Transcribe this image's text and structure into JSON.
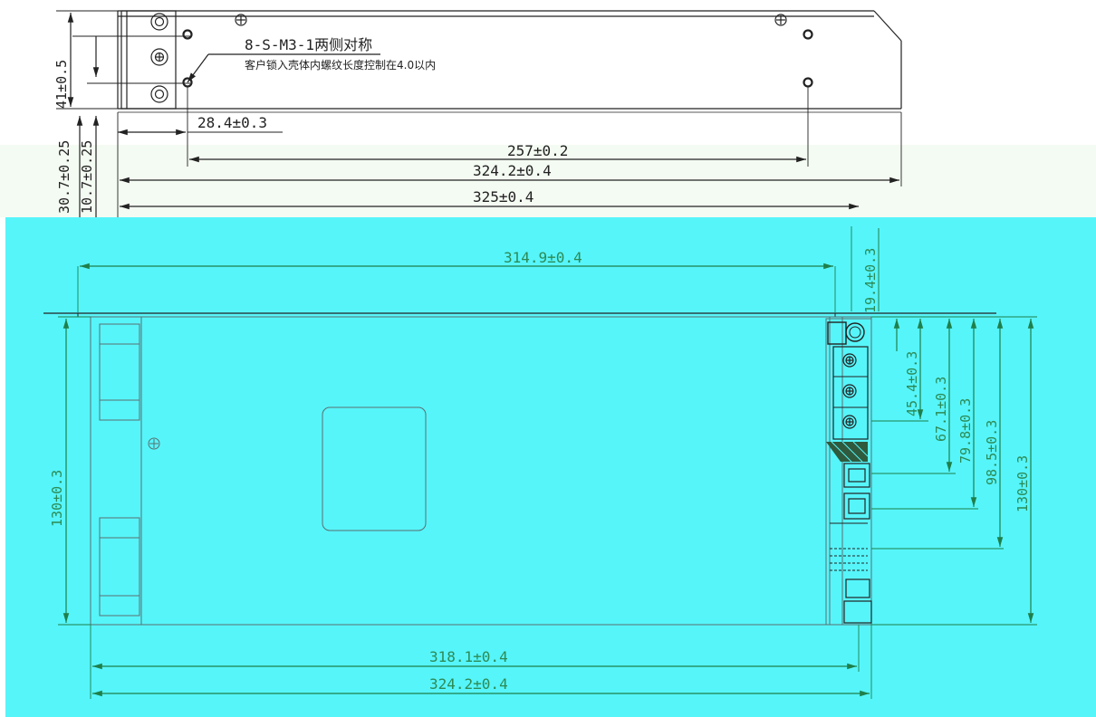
{
  "colors": {
    "background": "#ffffff",
    "top_band": "#f4fbf2",
    "cyan_panel": "#56f5fa",
    "line_dark": "#222222",
    "line_green": "#1f7f4a",
    "green_text": "#2d8a55",
    "gray_outline": "#5a6f70"
  },
  "top_view": {
    "callout_line1": "8-S-M3-1两侧对称",
    "callout_line2": "客户锁入壳体内螺纹长度控制在4.0以内",
    "dim_28_4": "28.4±0.3",
    "dim_257": "257±0.2",
    "dim_324_2": "324.2±0.4",
    "dim_325": "325±0.4",
    "dim_41": "41±0.5",
    "dim_30_7": "30.7±0.25",
    "dim_10_7": "10.7±0.25"
  },
  "bottom_view": {
    "dim_314_9": "314.9±0.4",
    "dim_19_4": "19.4±0.3",
    "dim_130_left": "130±0.3",
    "dim_45_4": "45.4±0.3",
    "dim_67": "67.1±0.3",
    "dim_79_8": "79.8±0.3",
    "dim_98_5": "98.5±0.3",
    "dim_130_right": "130±0.3",
    "dim_318_1": "318.1±0.4",
    "dim_324_2_bottom": "324.2±0.4"
  },
  "icons": {
    "screw": "crossed-circle-screw-icon",
    "hole": "mounting-hole-icon"
  }
}
